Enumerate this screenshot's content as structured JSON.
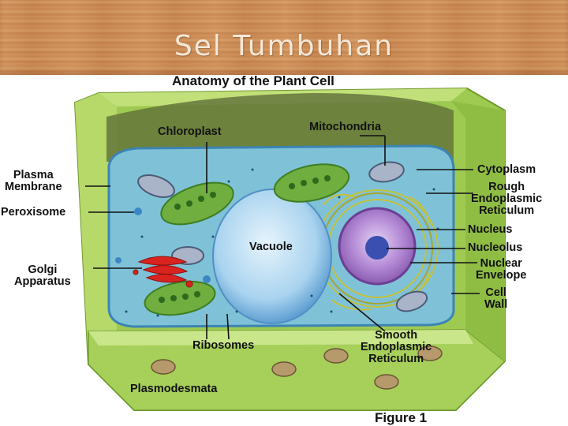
{
  "slide": {
    "title": "Sel Tumbuhan"
  },
  "figure": {
    "title": "Anatomy of the Plant Cell",
    "caption": "Figure 1"
  },
  "labels": {
    "chloroplast": "Chloroplast",
    "mitochondria": "Mitochondria",
    "plasma_membrane": "Plasma\nMembrane",
    "peroxisome": "Peroxisome",
    "golgi": "Golgi\nApparatus",
    "vacuole": "Vacuole",
    "ribosomes": "Ribosomes",
    "plasmodesmata": "Plasmodesmata",
    "cytoplasm": "Cytoplasm",
    "rough_er": "Rough\nEndoplasmic\nReticulum",
    "nucleus": "Nucleus",
    "nucleolus": "Nucleolus",
    "nuclear_envelope": "Nuclear\nEnvelope",
    "cell_wall": "Cell\nWall",
    "smooth_er": "Smooth\nEndoplasmic\nReticulum"
  },
  "colors": {
    "wall": "#a9d15a",
    "cytoplasm": "#7ec0d8",
    "vacuole": "#b6dcf2",
    "nucleus": "#a77bc8",
    "chloroplast": "#6fae3f",
    "golgi": "#d9231f"
  }
}
